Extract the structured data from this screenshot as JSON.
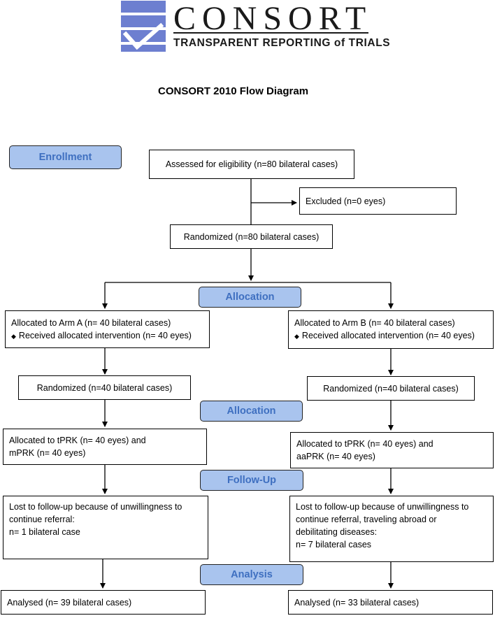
{
  "header": {
    "logo_word": "CONSORT",
    "logo_tagline": "TRANSPARENT REPORTING of TRIALS",
    "title": "CONSORT 2010 Flow Diagram"
  },
  "stages": {
    "enrollment": "Enrollment",
    "allocation": "Allocation",
    "allocation2": "Allocation",
    "followup": "Follow-Up",
    "analysis": "Analysis"
  },
  "boxes": {
    "assessed": "Assessed for eligibility (n=80 bilateral cases)",
    "excluded": "Excluded (n=0 eyes)",
    "randomized": "Randomized (n=80 bilateral cases)",
    "arm_a": {
      "line1": "Allocated to Arm A (n= 40 bilateral cases)",
      "line2": "Received allocated intervention (n= 40 eyes)"
    },
    "arm_b": {
      "line1": "Allocated to Arm B (n= 40 bilateral cases)",
      "line2": "Received allocated intervention (n= 40 eyes)"
    },
    "rand_a": "Randomized (n=40 bilateral cases)",
    "rand_b": "Randomized (n=40 bilateral cases)",
    "alloc_a": {
      "line1": "Allocated to tPRK (n= 40 eyes) and",
      "line2": "mPRK (n= 40 eyes)"
    },
    "alloc_b": {
      "line1": "Allocated to tPRK (n= 40 eyes) and",
      "line2": "aaPRK (n= 40 eyes)"
    },
    "lost_a": {
      "line1": "Lost to follow-up because of unwillingness to",
      "line2": "continue referral:",
      "line3": "n= 1 bilateral case"
    },
    "lost_b": {
      "line1": "Lost to follow-up because of unwillingness to",
      "line2": "continue referral, traveling abroad or",
      "line3": "debilitating diseases:",
      "line4": "n= 7 bilateral cases"
    },
    "analysed_a": "Analysed (n= 39 bilateral cases)",
    "analysed_b": "Analysed (n= 33 bilateral cases)"
  },
  "colors": {
    "stage_fill": "#a9c4ee",
    "stage_text": "#3e6fc0",
    "logo_blue": "#6d7fd0"
  }
}
